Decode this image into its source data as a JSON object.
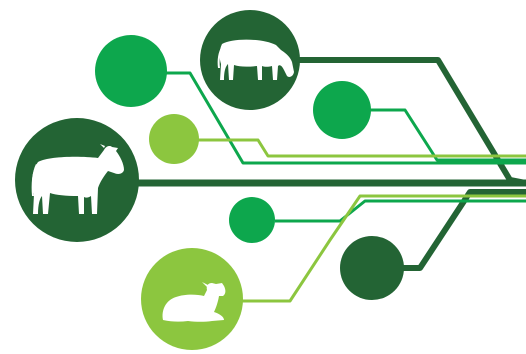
{
  "graphic": {
    "name": "livestock-network-graphic",
    "palette": {
      "dark_green": "#236434",
      "mid_green": "#0da74d",
      "light_green": "#8cc63f",
      "lines_light": "#8cc63f",
      "lines_mid": "#0da74d",
      "lines_dark": "#236434",
      "silhouette": "#ffffff"
    },
    "nodes": [
      {
        "id": "cow-grazing",
        "icon": "grazing-cow-icon",
        "color": "dark_green"
      },
      {
        "id": "cow-standing",
        "icon": "standing-cow-icon",
        "color": "dark_green"
      },
      {
        "id": "lamb-lying",
        "icon": "lying-lamb-icon",
        "color": "light_green"
      },
      {
        "id": "dot-mid-top-left",
        "color": "mid_green"
      },
      {
        "id": "dot-mid-top-right",
        "color": "mid_green"
      },
      {
        "id": "dot-light-middle",
        "color": "light_green"
      },
      {
        "id": "dot-mid-lower",
        "color": "mid_green"
      },
      {
        "id": "dot-dark-lower-right",
        "color": "dark_green"
      }
    ]
  }
}
